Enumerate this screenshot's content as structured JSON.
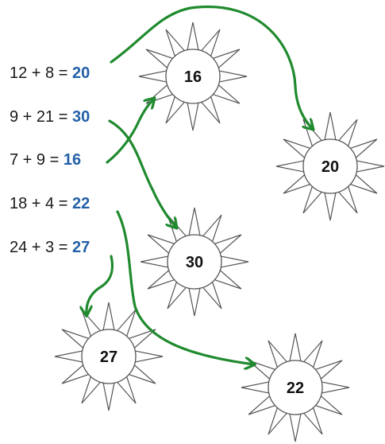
{
  "colors": {
    "answer": "#2360a8",
    "arrow": "#1f8a2e",
    "sun_stroke": "#555555"
  },
  "equations": [
    {
      "expr": "12 + 8 = ",
      "answer": "20"
    },
    {
      "expr": "9 + 21 = ",
      "answer": "30"
    },
    {
      "expr": "7 + 9 = ",
      "answer": "16"
    },
    {
      "expr": "18 + 4 = ",
      "answer": "22"
    },
    {
      "expr": "24 + 3 = ",
      "answer": "27"
    }
  ],
  "suns": [
    {
      "label": "16"
    },
    {
      "label": "20"
    },
    {
      "label": "30"
    },
    {
      "label": "27"
    },
    {
      "label": "22"
    }
  ]
}
